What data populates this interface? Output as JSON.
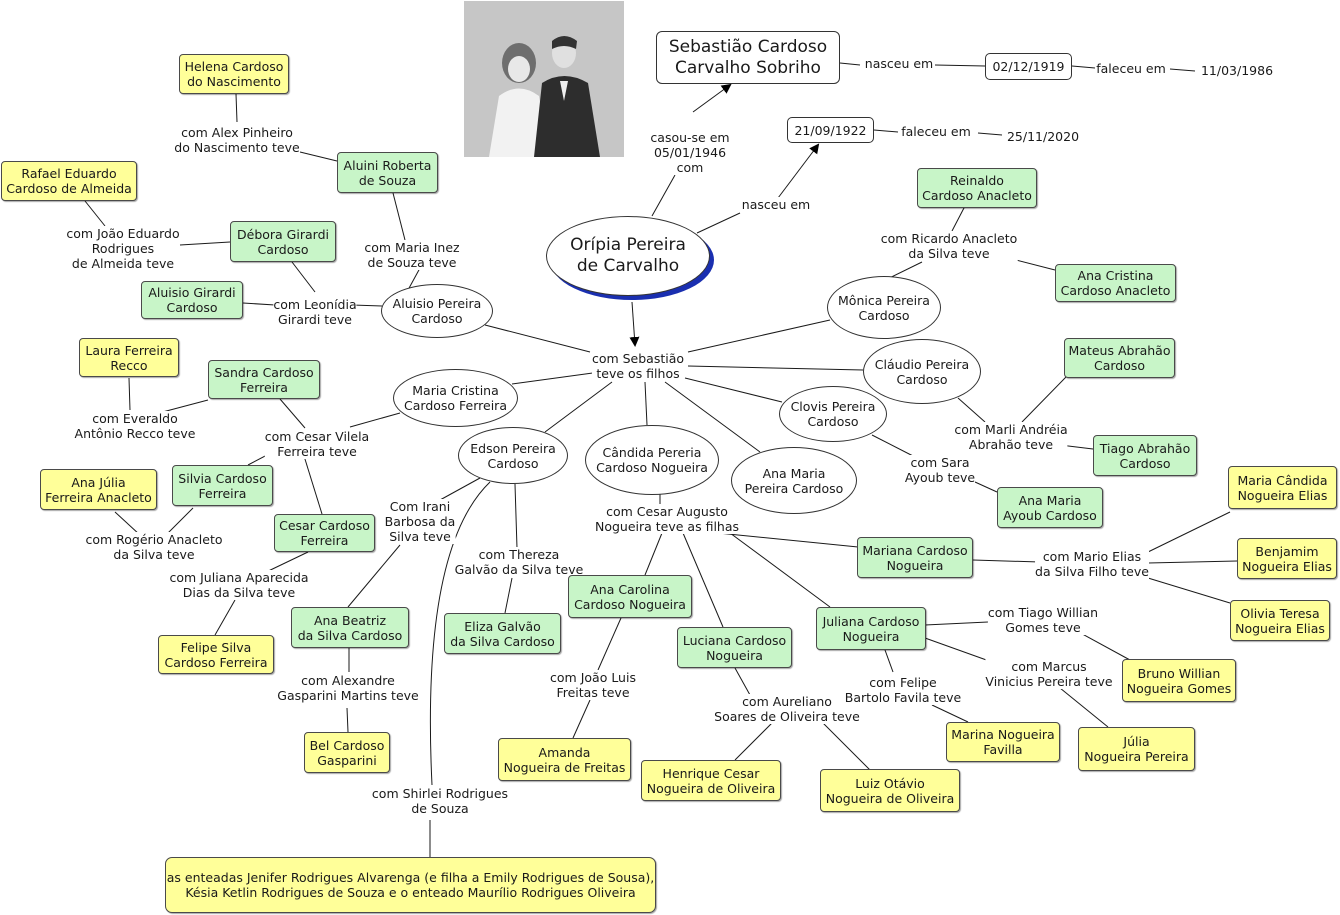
{
  "central": "Orípia  Pereira\nde Carvalho",
  "spouse": "Sebastião Cardoso\nCarvalho Sobriho",
  "dates": {
    "spouse_birth": "02/12/1919",
    "spouse_death": "11/03/1986",
    "birth": "21/09/1922",
    "death": "25/11/2020"
  },
  "labels": {
    "casou": "casou-se em\n05/01/1946\ncom",
    "nasceu1": "nasceu em",
    "nasceu2": "nasceu em",
    "faleceu1": "faleceu em",
    "faleceu2": "faleceu em",
    "filhos": "com Sebastião\nteve os filhos",
    "alex": "com Alex Pinheiro\ndo Nascimento teve",
    "joao_eduardo": "com João Eduardo\nRodrigues\nde Almeida teve",
    "maria_inez": "com Maria Inez\nde Souza teve",
    "leonidia": "com Leonídia\nGirardi teve",
    "everaldo": "com Everaldo\nAntônio Recco teve",
    "cesar_vilela": "com Cesar Vilela\nFerreira teve",
    "rogerio": "com Rogério Anacleto\nda Silva teve",
    "juliana_aparecida": "com Juliana Aparecida\nDias da Silva teve",
    "irani": "Com Irani\nBarbosa da\nSilva teve",
    "thereza": "com Thereza\nGalvão da Silva teve",
    "alexandre": "com Alexandre\nGasparini Martins teve",
    "shirlei": "com Shirlei Rodrigues\nde Souza",
    "cesar_augusto": "com Cesar Augusto\nNogueira teve as filhas",
    "joao_luis": "com João Luis\nFreitas teve",
    "aureliano": "com Aureliano\nSoares de Oliveira teve",
    "mario_elias": "com Mario Elias\nda Silva Filho teve",
    "tiago_willian": "com Tiago Willian\nGomes teve",
    "marcus": "com Marcus\nVinicius Pereira teve",
    "felipe_bartolo": "com Felipe\nBartolo Favila teve",
    "ricardo": "com Ricardo Anacleto\nda Silva teve",
    "marli": "com Marli Andréia\nAbrahão teve",
    "sara": "com Sara\nAyoub teve"
  },
  "children": {
    "aluisio": "Aluisio Pereira\nCardoso",
    "maria_cristina": "Maria Cristina\nCardoso Ferreira",
    "edson": "Edson Pereira\nCardoso",
    "candida": "Cândida Pereria\nCardoso Nogueira",
    "ana_maria": "Ana Maria\nPereira Cardoso",
    "clovis": "Clovis Pereira\nCardoso",
    "claudio": "Cláudio Pereira\nCardoso",
    "monica": "Mônica Pereira\nCardoso"
  },
  "grandchildren": {
    "aluini": "Aluini Roberta\nde Souza",
    "debora": "Débora Girardi\nCardoso",
    "aluisio_girardi": "Aluisio Girardi\nCardoso",
    "sandra": "Sandra Cardoso\nFerreira",
    "silvia": "Silvia Cardoso\nFerreira",
    "cesar_cardoso": "Cesar Cardoso\nFerreira",
    "ana_beatriz": "Ana Beatriz\nda Silva Cardoso",
    "eliza": "Eliza Galvão\nda Silva Cardoso",
    "ana_carolina": "Ana Carolina\nCardoso Nogueira",
    "luciana": "Luciana Cardoso\nNogueira",
    "juliana": "Juliana Cardoso\nNogueira",
    "mariana": "Mariana Cardoso\nNogueira",
    "reinaldo": "Reinaldo\nCardoso Anacleto",
    "ana_cristina": "Ana Cristina\nCardoso Anacleto",
    "mateus": "Mateus Abrahão\nCardoso",
    "tiago_abrahao": "Tiago Abrahão\nCardoso",
    "ana_maria_ayoub": "Ana Maria\nAyoub Cardoso"
  },
  "great_grandchildren": {
    "helena": "Helena Cardoso\ndo Nascimento",
    "rafael": "Rafael Eduardo\nCardoso de Almeida",
    "laura": "Laura Ferreira\nRecco",
    "ana_julia": "Ana Júlia\nFerreira Anacleto",
    "felipe_silva": "Felipe Silva\nCardoso Ferreira",
    "bel": "Bel Cardoso\nGasparini",
    "amanda": "Amanda\nNogueira de Freitas",
    "henrique": "Henrique Cesar\nNogueira de Oliveira",
    "luiz": "Luiz Otávio\nNogueira de Oliveira",
    "marina": "Marina Nogueira\nFavilla",
    "julia": "Júlia\nNogueira Pereira",
    "bruno": "Bruno Willian\nNogueira Gomes",
    "maria_candida": "Maria Cândida\nNogueira Elias",
    "benjamim": "Benjamim\nNogueira Elias",
    "olivia": "Olivia Teresa\nNogueira Elias"
  },
  "enteadas": "as enteadas Jenifer Rodrigues Alvarenga (e filha a Emily Rodrigues de Sousa),\nKésia Ketlin Rodrigues de Souza e o enteado Maurílio Rodrigues Oliveira",
  "colors": {
    "green_node": "#c8f5c8",
    "yellow_node": "#ffff99",
    "central_shadow": "#1a2fb0",
    "line": "#1a1a1a"
  }
}
